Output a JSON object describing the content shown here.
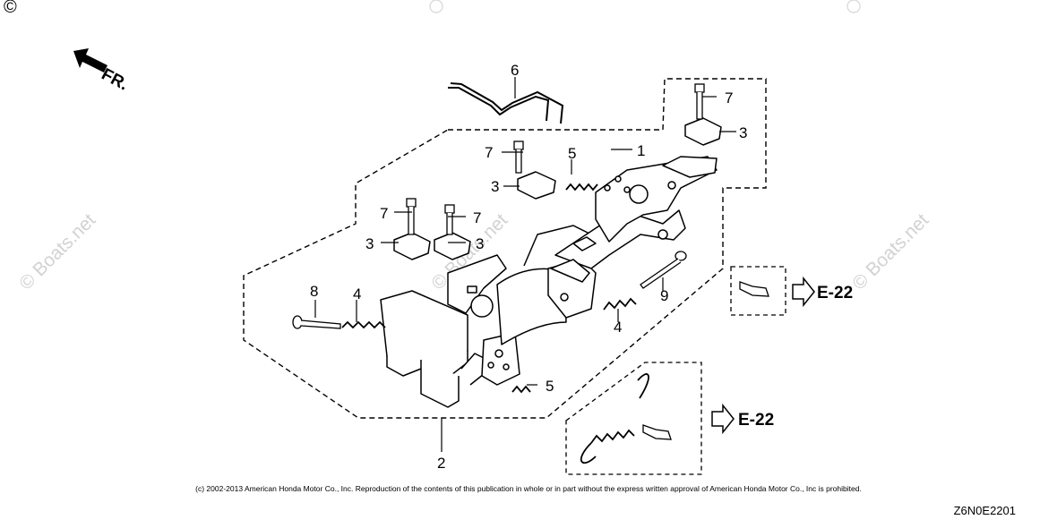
{
  "diagram": {
    "front_label": "FR.",
    "corner_mark": "©",
    "watermarks": [
      "© Boats.net",
      "© Boats.net",
      "© Boats.net"
    ],
    "callouts": [
      {
        "id": "c6",
        "label": "6"
      },
      {
        "id": "c7a",
        "label": "7"
      },
      {
        "id": "c3a",
        "label": "3"
      },
      {
        "id": "c1",
        "label": "1"
      },
      {
        "id": "c7b",
        "label": "7"
      },
      {
        "id": "c5a",
        "label": "5"
      },
      {
        "id": "c3b",
        "label": "3"
      },
      {
        "id": "c7c",
        "label": "7"
      },
      {
        "id": "c7d",
        "label": "7"
      },
      {
        "id": "c3c",
        "label": "3"
      },
      {
        "id": "c3d",
        "label": "3"
      },
      {
        "id": "c8",
        "label": "8"
      },
      {
        "id": "c4a",
        "label": "4"
      },
      {
        "id": "c9",
        "label": "9"
      },
      {
        "id": "c4b",
        "label": "4"
      },
      {
        "id": "c5b",
        "label": "5"
      },
      {
        "id": "c2",
        "label": "2"
      }
    ],
    "refs": [
      {
        "id": "e22a",
        "label": "E-22"
      },
      {
        "id": "e22b",
        "label": "E-22"
      }
    ]
  },
  "footer": {
    "copyright": "(c) 2002-2013 American Honda Motor Co., Inc. Reproduction of the contents of this publication in whole or in part without the express written approval of American Honda Motor Co., Inc is prohibited.",
    "diagram_code": "Z6N0E2201"
  }
}
